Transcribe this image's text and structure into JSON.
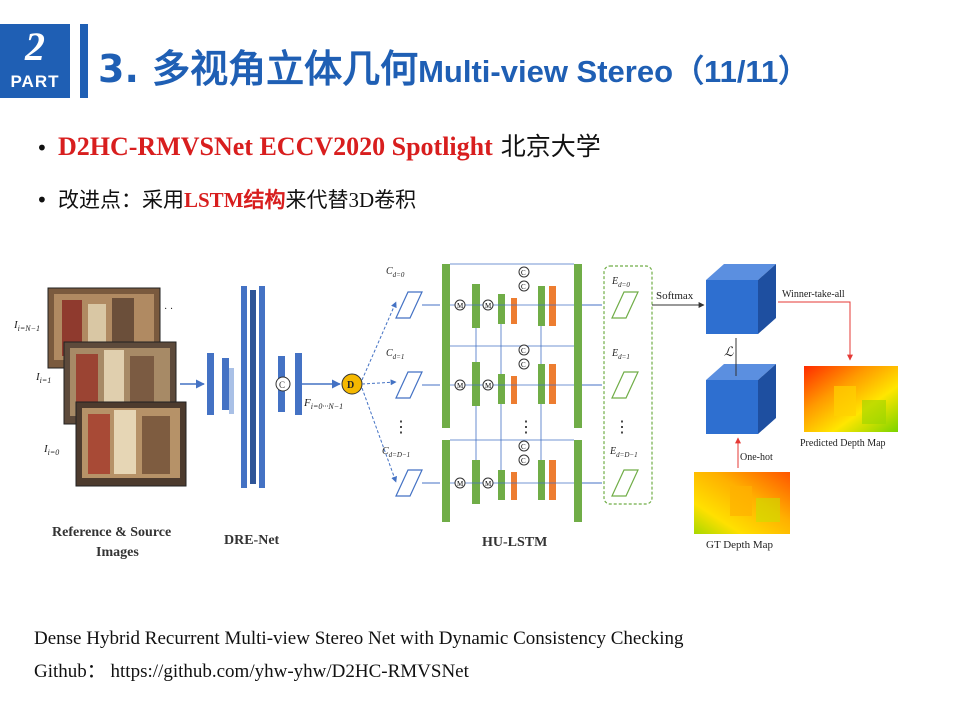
{
  "badge": {
    "number": "2",
    "label": "PART"
  },
  "title": {
    "cn": "3. 多视角立体几何",
    "en": "Multi-view Stereo（11/11）"
  },
  "bullets": {
    "b1_red": "D2HC-RMVSNet  ECCV2020 Spotlight",
    "b1_rest": " 北京大学",
    "b2_prefix": "改进点：采用",
    "b2_red1": "LSTM",
    "b2_red2": "结构",
    "b2_mid": "来代替",
    "b2_suffix": "3D卷积"
  },
  "figure": {
    "labels": {
      "ref_src_1": "Reference & Source",
      "ref_src_2": "Images",
      "dre_net": "DRE-Net",
      "hu_lstm": "HU-LSTM",
      "softmax": "Softmax",
      "winner": "Winner-take-all",
      "loss": "ℒ",
      "one_hot": "One-hot",
      "pred": "Predicted Depth Map",
      "gt": "GT Depth Map",
      "i_n1": "I",
      "i_n1_sub": "i=N−1",
      "i_1": "I",
      "i_1_sub": "i=1",
      "i_0": "I",
      "i_0_sub": "i=0",
      "f": "F",
      "f_sub": "i=0···N−1",
      "d": "D",
      "c0": "C",
      "c0_sub": "d=0",
      "c1": "C",
      "c1_sub": "d=1",
      "cD": "C",
      "cD_sub": "d=D−1",
      "e0": "E",
      "e0_sub": "d=0",
      "e1": "E",
      "e1_sub": "d=1",
      "eD": "E",
      "eD_sub": "d=D−1",
      "m": "M",
      "c": "C",
      "dots": "⋮"
    },
    "colors": {
      "blue": "#4472c4",
      "light_blue": "#a9c0e6",
      "green": "#70ad47",
      "orange": "#ed7d31",
      "cube": "#2e6fd0",
      "dashed_green": "#70ad47",
      "gold": "#f5b800"
    }
  },
  "footer": {
    "line1": "Dense Hybrid Recurrent Multi-view Stereo Net with Dynamic Consistency Checking",
    "line2": "Github：  https://github.com/yhw-yhw/D2HC-RMVSNet"
  }
}
